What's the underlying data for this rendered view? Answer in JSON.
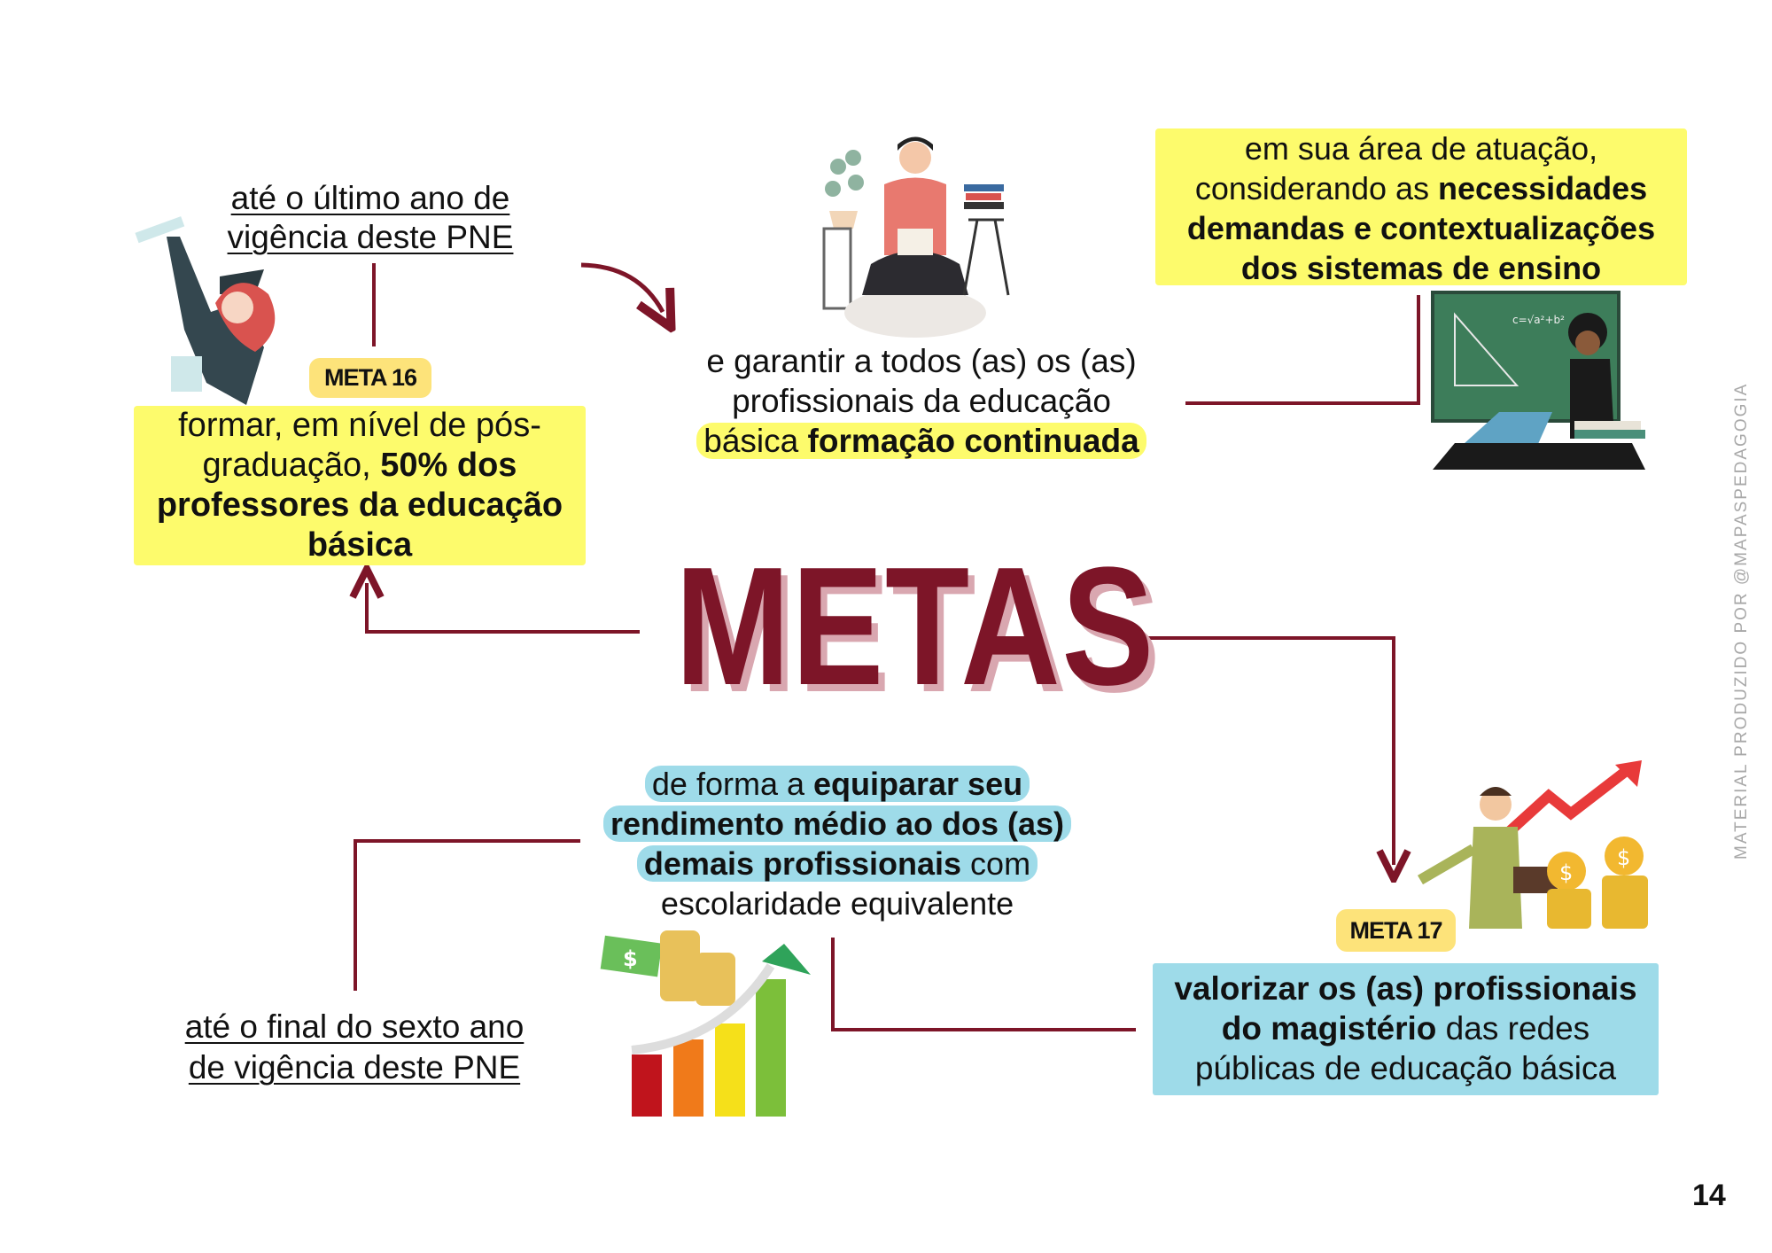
{
  "meta16": {
    "badge": "META 16",
    "deadline_line1": "até o último ano de",
    "deadline_line2": "vigência deste PNE",
    "goal": {
      "line1": "formar, em nível de pós-",
      "line2_normal": "graduação, ",
      "line2_bold": "50%  dos",
      "line3_bold": "professores da educação",
      "line4_bold": "básica"
    },
    "continuation": {
      "line1": "e garantir a todos (as) os (as)",
      "line2": "profissionais da educação",
      "line3_normal": "básica ",
      "line3_bold": "formação continuada"
    },
    "area": {
      "line1": "em sua área de atuação,",
      "line2_normal": "considerando as ",
      "line2_bold": "necessidades",
      "line3_bold": "demandas e contextualizações",
      "line4_bold": "dos sistemas de ensino"
    }
  },
  "title": "METAS",
  "meta17": {
    "badge": "META 17",
    "goal": {
      "line1_bold": "valorizar os (as) profissionais",
      "line2_bold": "do magistério",
      "line2_normal": " das redes",
      "line3": "públicas de educação básica"
    },
    "continuation": {
      "line1_normal": "de forma a ",
      "line1_bold": "equiparar seu",
      "line2_bold": "rendimento médio ao dos (as)",
      "line3_bold": "demais profissionais",
      "line3_normal": " com",
      "line4": "escolaridade equivalente"
    },
    "deadline_line1": "até o final do sexto ano",
    "deadline_line2": "de vigência deste PNE"
  },
  "watermark": "MATERIAL PRODUZIDO POR @MAPASPEDAGOGIA",
  "page_number": "14",
  "colors": {
    "connector": "#7d1528",
    "title": "#7d1528",
    "title_shadow": "#d9a7b0",
    "yellow_box": "#fdfb6c",
    "badge": "#fde37a",
    "blue_box": "#9edbe9"
  },
  "illustrations": [
    "graduate-icon",
    "reading-person-icon",
    "teacher-chalkboard-icon",
    "man-money-chart-icon",
    "money-growth-chart-icon"
  ]
}
